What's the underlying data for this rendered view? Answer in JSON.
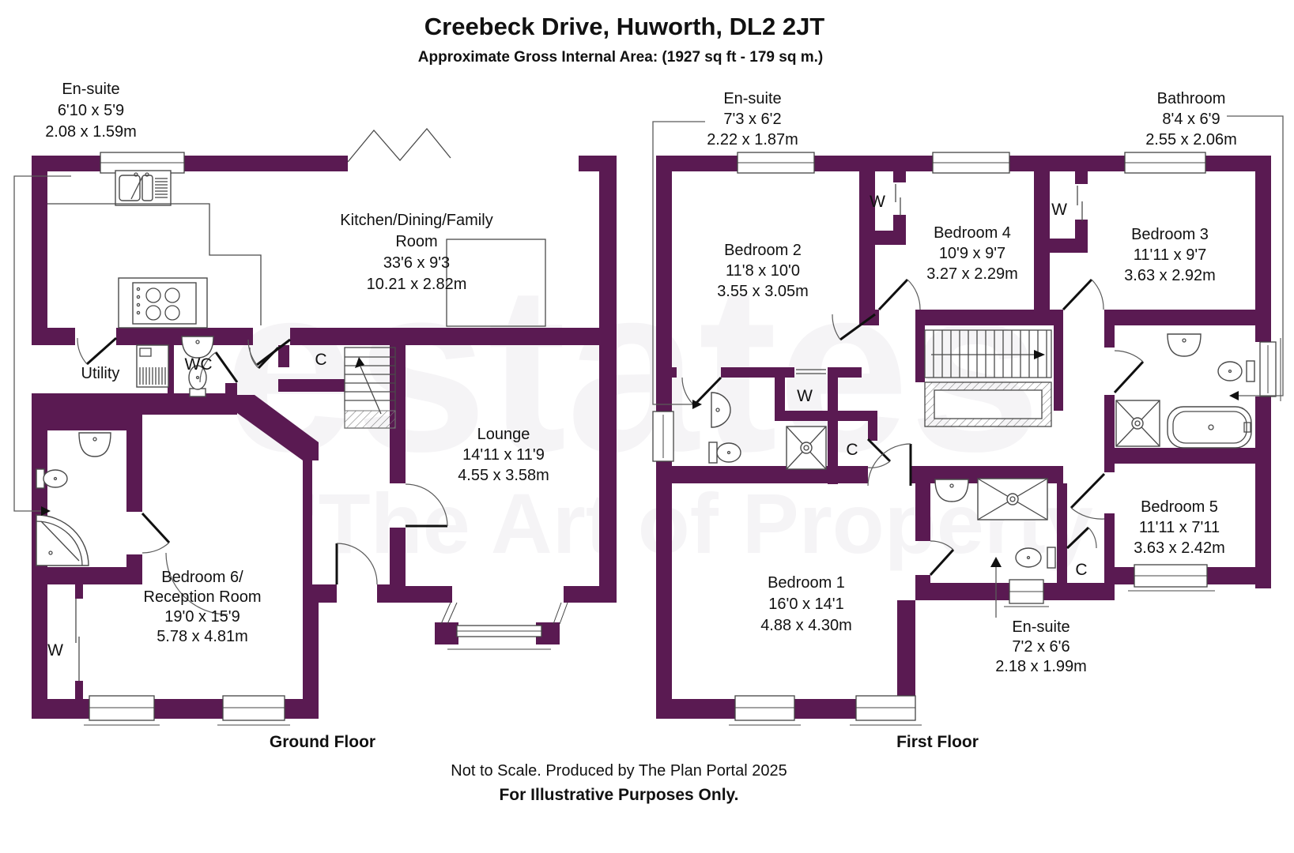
{
  "header": {
    "title": "Creebeck Drive, Huworth, DL2 2JT",
    "subtitle": "Approximate Gross Internal Area: (1927 sq ft - 179 sq m.)"
  },
  "watermark": {
    "line1": "estates",
    "line2": "'The Art of Property"
  },
  "colors": {
    "wall": "#5a1a52",
    "fixture_line": "#4a4a4a",
    "text": "#111111"
  },
  "ground_floor": {
    "floor_label": "Ground Floor",
    "ensuite": {
      "name": "En-suite",
      "imperial": "6'10 x 5'9",
      "metric": "2.08 x 1.59m"
    },
    "kitchen": {
      "name_line1": "Kitchen/Dining/Family",
      "name_line2": "Room",
      "imperial": "33'6 x 9'3",
      "metric": "10.21 x 2.82m"
    },
    "lounge": {
      "name": "Lounge",
      "imperial": "14'11 x 11'9",
      "metric": "4.55 x 3.58m"
    },
    "bedroom6": {
      "name_line1": "Bedroom 6/",
      "name_line2": "Reception Room",
      "imperial": "19'0 x 15'9",
      "metric": "5.78 x 4.81m"
    },
    "utility": {
      "name": "Utility"
    },
    "wc": {
      "name": "WC"
    },
    "cupboard_label": "C",
    "wardrobe_label": "W"
  },
  "first_floor": {
    "floor_label": "First Floor",
    "ensuite_top": {
      "name": "En-suite",
      "imperial": "7'3 x 6'2",
      "metric": "2.22 x 1.87m"
    },
    "bathroom": {
      "name": "Bathroom",
      "imperial": "8'4 x 6'9",
      "metric": "2.55 x 2.06m"
    },
    "bedroom2": {
      "name": "Bedroom 2",
      "imperial": "11'8 x 10'0",
      "metric": "3.55 x 3.05m"
    },
    "bedroom4": {
      "name": "Bedroom 4",
      "imperial": "10'9 x 9'7",
      "metric": "3.27 x 2.29m"
    },
    "bedroom3": {
      "name": "Bedroom 3",
      "imperial": "11'11 x 9'7",
      "metric": "3.63 x 2.92m"
    },
    "bedroom5": {
      "name": "Bedroom 5",
      "imperial": "11'11 x 7'11",
      "metric": "3.63 x 2.42m"
    },
    "bedroom1": {
      "name": "Bedroom 1",
      "imperial": "16'0 x 14'1",
      "metric": "4.88 x 4.30m"
    },
    "ensuite_bottom": {
      "name": "En-suite",
      "imperial": "7'2 x 6'6",
      "metric": "2.18 x 1.99m"
    },
    "cupboard_label": "C",
    "wardrobe_label": "W"
  },
  "footer": {
    "line1": "Not to Scale. Produced by The Plan Portal 2025",
    "line2": "For Illustrative Purposes Only."
  }
}
